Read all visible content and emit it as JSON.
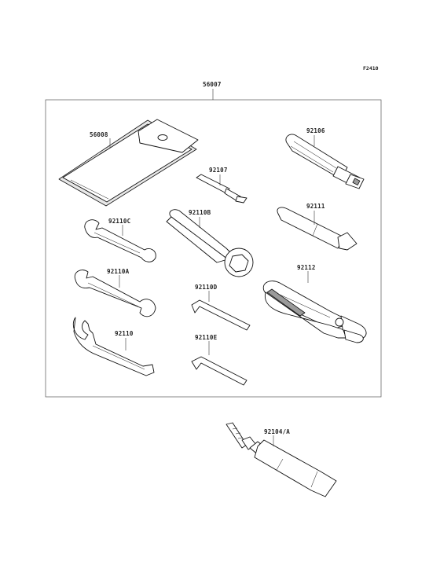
{
  "figure_code": "F2410",
  "labels": {
    "kit": "56007",
    "pouch": "56008",
    "screwdriver_grip": "92106",
    "screwdriver_bit": "92107",
    "ring_wrench": "92110B",
    "socket_handle": "92111",
    "wrench_c": "92110C",
    "wrench_a": "92110A",
    "hex_key_d": "92110D",
    "pliers": "92112",
    "hook_spanner": "92110",
    "hex_key_e": "92110E",
    "grease_tube": "92104/A"
  }
}
